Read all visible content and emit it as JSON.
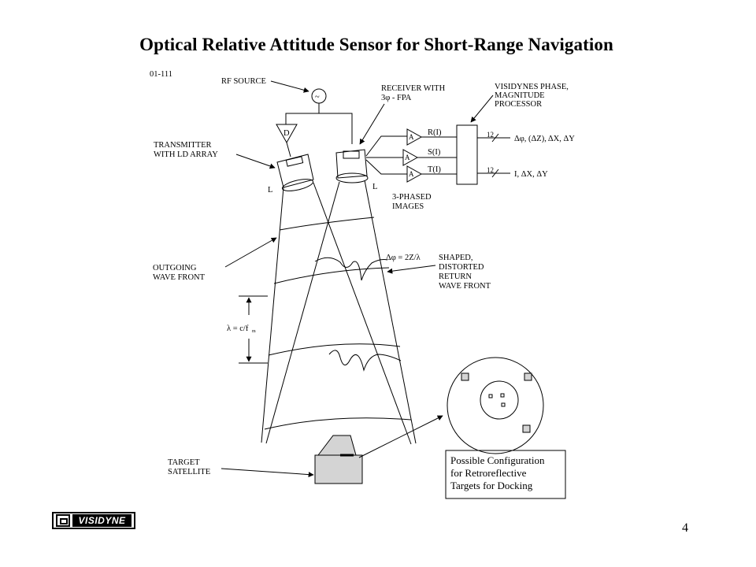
{
  "title": "Optical Relative Attitude Sensor for Short-Range Navigation",
  "doc_id": "01-111",
  "page_number": "4",
  "logo_text": "VISIDYNE",
  "labels": {
    "rf_source": "RF SOURCE",
    "rf_symbol": "~",
    "receiver_line1": "RECEIVER WITH",
    "receiver_line2": "3φ - FPA",
    "processor_line1": "VISIDYNES PHASE,",
    "processor_line2": "MAGNITUDE",
    "processor_line3": "PROCESSOR",
    "transmitter_line1": "TRANSMITTER",
    "transmitter_line2": "WITH LD ARRAY",
    "driver": "D",
    "lens_left": "L",
    "lens_right": "L",
    "amp_symbol": "A",
    "signal_r": "R(I)",
    "signal_s": "S(I)",
    "signal_t": "T(I)",
    "bus_width": "12",
    "output_1": "Δφ, (ΔZ), ΔX, ΔY",
    "output_2": "I, ΔX, ΔY",
    "three_phased_line1": "3-PHASED",
    "three_phased_line2": "IMAGES",
    "phase_equation": "Δφ = 2Z/λ",
    "shaped_line1": "SHAPED,",
    "shaped_line2": "DISTORTED",
    "shaped_line3": "RETURN",
    "shaped_line4": "WAVE FRONT",
    "outgoing_line1": "OUTGOING",
    "outgoing_line2": "WAVE FRONT",
    "wavelength_eq": "λ = c/f",
    "wavelength_sub": "m",
    "target_line1": "TARGET",
    "target_line2": "SATELLITE",
    "config_line1": "Possible Configuration",
    "config_line2": "for Retroreflective",
    "config_line3": "Targets for Docking"
  }
}
